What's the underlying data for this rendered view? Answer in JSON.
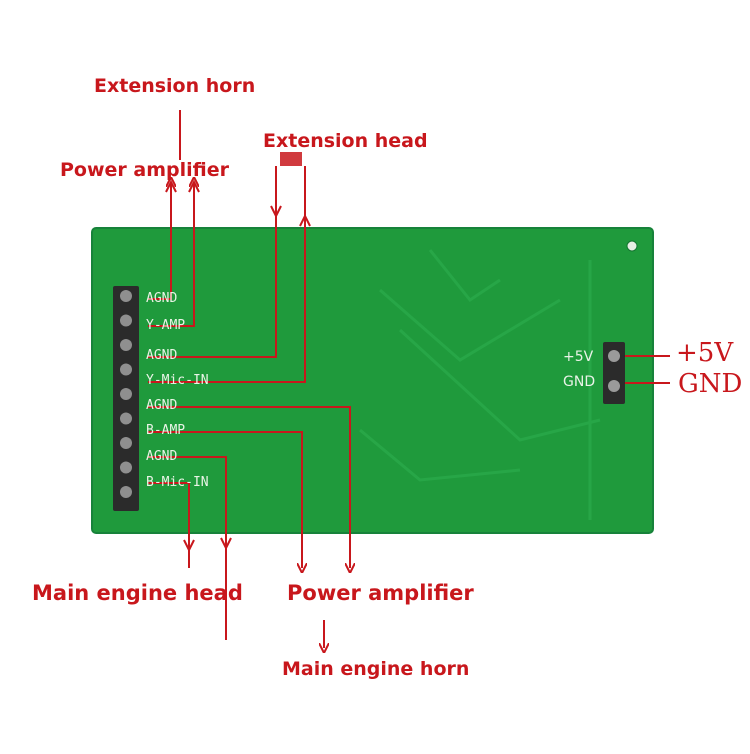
{
  "colors": {
    "board": "#1f9a3c",
    "board_edge": "#17823a",
    "arrow": "#c8171c",
    "pin": "#2b2b2b",
    "silkscreen": "#e9f4e6"
  },
  "labels": {
    "extension_horn": "Extension horn",
    "power_amplifier_top": "Power amplifier",
    "extension_head": "Extension head",
    "main_engine_head": "Main engine head",
    "power_amplifier_bottom": "Power amplifier",
    "main_engine_horn": "Main engine horn",
    "plus5v": "+5V",
    "gnd": "GND"
  },
  "board": {
    "pins": [
      "AGND",
      "Y-AMP",
      "AGND",
      "Y-Mic-IN",
      "AGND",
      "B-AMP",
      "AGND",
      "B-Mic-IN"
    ],
    "power_pins": [
      "+5V",
      "GND"
    ]
  }
}
